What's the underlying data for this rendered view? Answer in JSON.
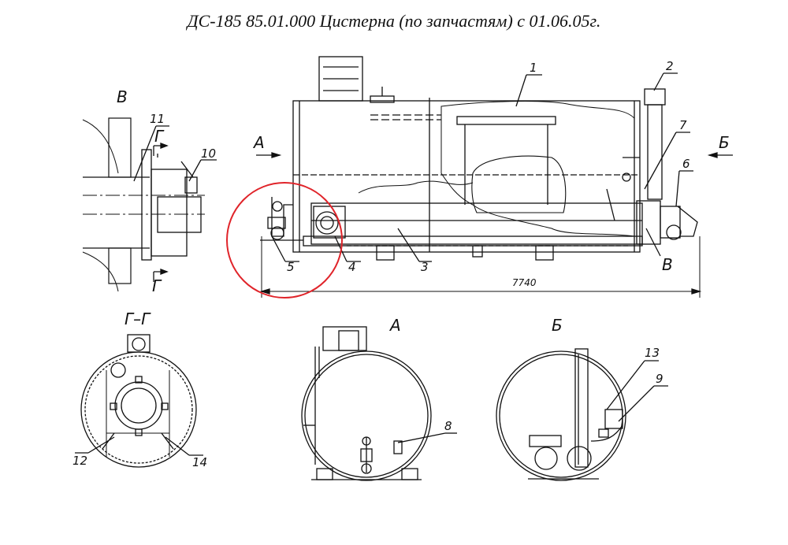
{
  "title": "ДС-185 85.01.000 Цистерна  (по запчастям) с 01.06.05г.",
  "views": {
    "side_view": "В",
    "section": "Г–Г",
    "front_view": "А",
    "rear_view": "Б",
    "arrow_left": "А",
    "arrow_right": "Б",
    "detail_ref": "В",
    "cut_upper": "Г",
    "cut_lower": "Г"
  },
  "callouts": {
    "c1": "1",
    "c2": "2",
    "c3": "3",
    "c4": "4",
    "c5": "5",
    "c6": "6",
    "c7": "7",
    "c8": "8",
    "c9": "9",
    "c10": "10",
    "c11": "11",
    "c12": "12",
    "c13": "13",
    "c14": "14"
  },
  "dimension": "7740",
  "colors": {
    "line": "#111111",
    "highlight": "#e0242a"
  }
}
